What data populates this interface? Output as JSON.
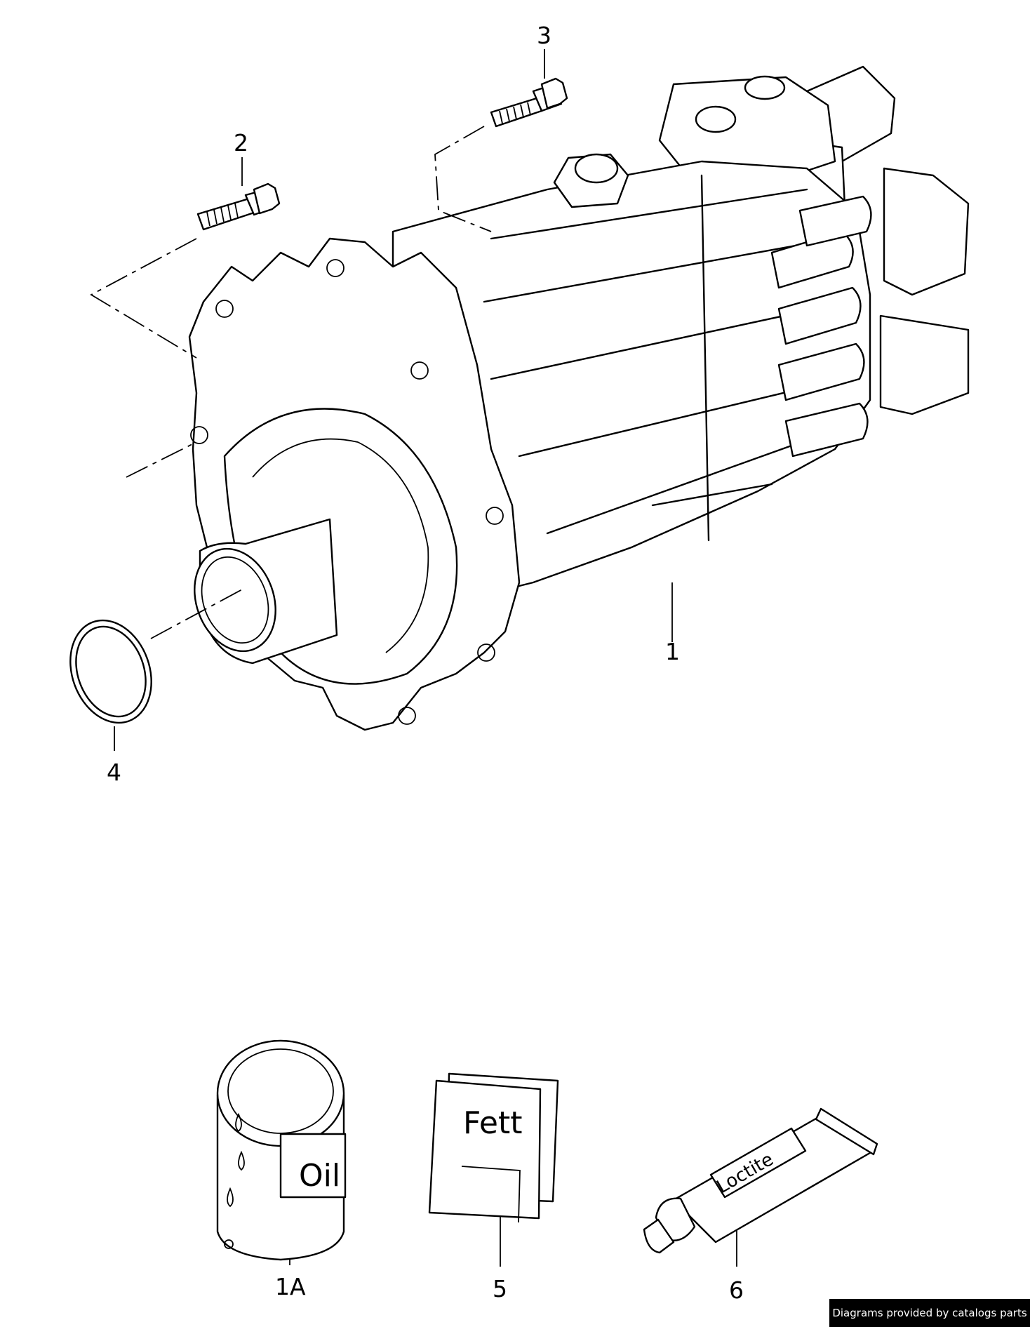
{
  "callouts": {
    "c1": "1",
    "c1a": "1A",
    "c2": "2",
    "c3": "3",
    "c4": "4",
    "c5": "5",
    "c6": "6"
  },
  "product_labels": {
    "oil": "Oil",
    "fett": "Fett",
    "loctite": "Loctite"
  },
  "footer": {
    "credit": "Diagrams provided by catalogs parts"
  }
}
